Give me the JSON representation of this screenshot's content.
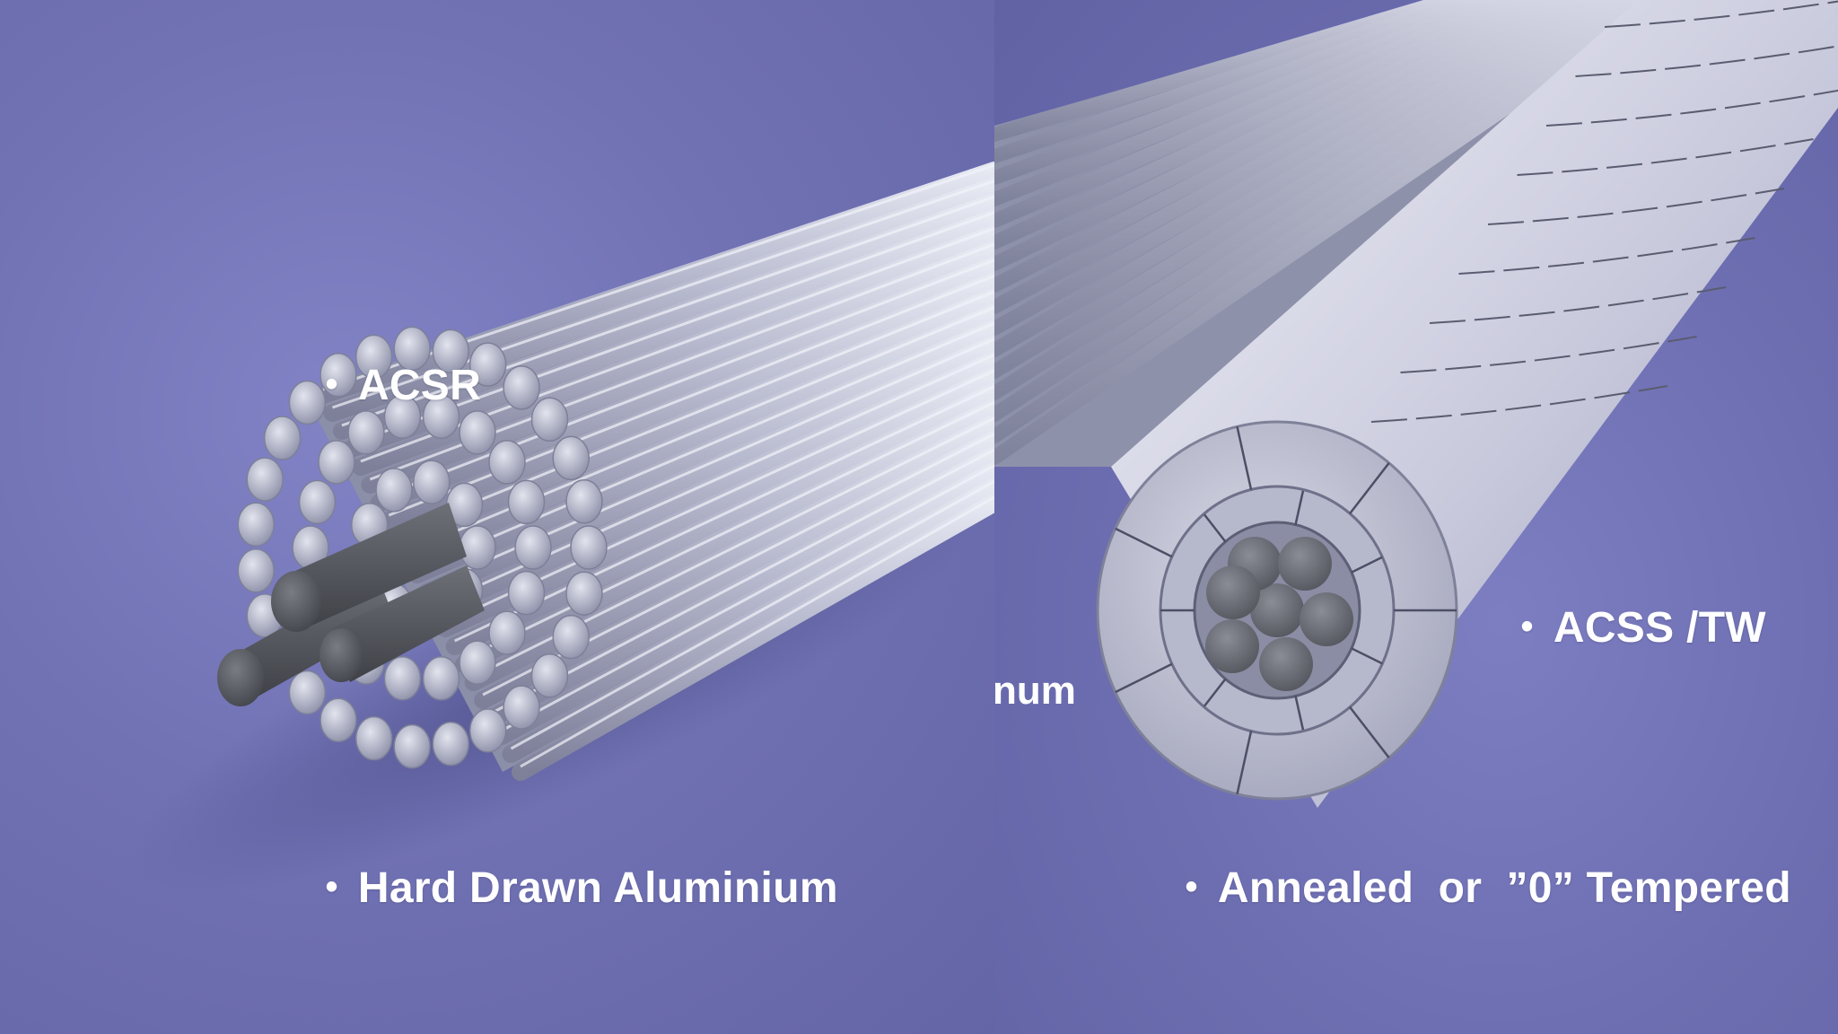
{
  "bullet_char": "•",
  "labels": {
    "acsr": "ACSR",
    "hard_drawn": "Hard Drawn Aluminium",
    "acss_tw": "ACSS /TW",
    "annealed": "Annealed  or  ”0” Tempered",
    "partial_fragment": "num"
  },
  "colors": {
    "background": "#6f70b0",
    "aluminium": "#b9bccf",
    "steel_core": "#5d5f66",
    "text": "#ffffff"
  }
}
